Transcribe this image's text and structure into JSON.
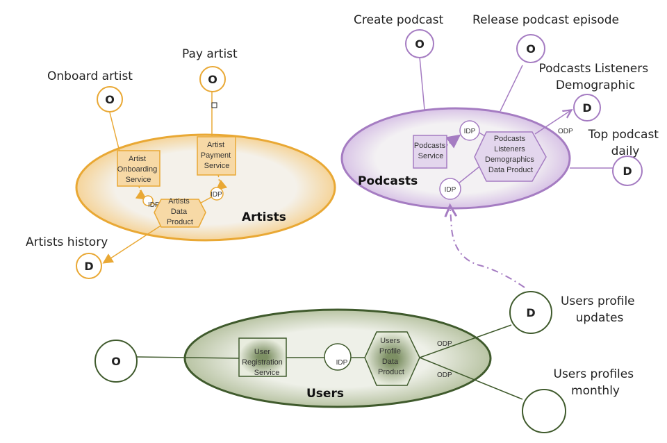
{
  "colors": {
    "artists": "#e9a834",
    "podcasts": "#a57cc2",
    "users": "#3f5a2c",
    "users_fill": "#b9c4a4"
  },
  "domains": {
    "artists": "Artists",
    "podcasts": "Podcasts",
    "users": "Users"
  },
  "artists": {
    "op_onboard": "Onboard artist",
    "op_pay": "Pay artist",
    "dp_history": "Artists history",
    "svc_onboarding": [
      "Artist",
      "Onboarding",
      "Service"
    ],
    "svc_payment": [
      "Artist",
      "Payment",
      "Service"
    ],
    "data_product": [
      "Artists",
      "Data",
      "Product"
    ],
    "idp": "IDP"
  },
  "podcasts": {
    "op_create": "Create podcast",
    "op_release": "Release podcast episode",
    "dp_demographic": [
      "Podcasts Listeners",
      "Demographic"
    ],
    "dp_top": [
      "Top podcast",
      "daily"
    ],
    "svc": [
      "Podcasts",
      "Service"
    ],
    "data_product": [
      "Podcasts",
      "Listeners",
      "Demographics",
      "Data Product"
    ],
    "idp": "IDP",
    "odp": "ODP"
  },
  "users": {
    "svc": [
      "User",
      "Registration",
      "Service"
    ],
    "data_product": [
      "Users",
      "Profile",
      "Data",
      "Product"
    ],
    "idp": "IDP",
    "odp": "ODP",
    "dp_updates": [
      "Users profile",
      "updates"
    ],
    "dp_monthly": [
      "Users profiles",
      "monthly"
    ]
  },
  "glyphs": {
    "operational": "O",
    "data": "D"
  }
}
